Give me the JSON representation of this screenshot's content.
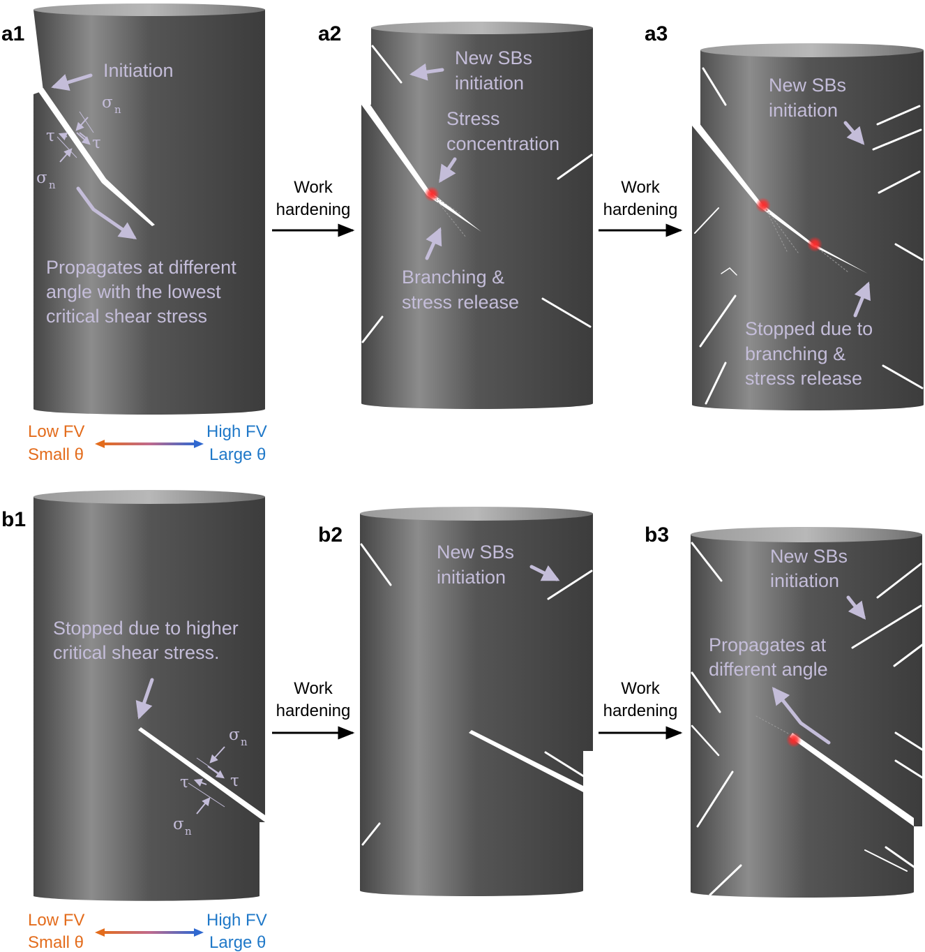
{
  "colors": {
    "annotation": "#c4bdd9",
    "cylinder_dark": "#414141",
    "cylinder_light": "#8a8a8a",
    "low_fv": "#e36c1c",
    "high_fv": "#1f78c8",
    "stress_point": "#ff2a2a"
  },
  "panel_labels": {
    "a1": "a1",
    "a2": "a2",
    "a3": "a3",
    "b1": "b1",
    "b2": "b2",
    "b3": "b3"
  },
  "transitions": {
    "work_line1": "Work",
    "work_line2": "hardening"
  },
  "legend": {
    "low_fv": "Low FV",
    "small_theta": "Small θ",
    "high_fv": "High FV",
    "large_theta": "Large θ"
  },
  "stress": {
    "sigma": "σ",
    "sub_n": "n",
    "tau": "τ"
  },
  "a1": {
    "initiation": "Initiation",
    "propagates_1": "Propagates at different",
    "propagates_2": "angle with the lowest",
    "propagates_3": "critical shear stress"
  },
  "a2": {
    "new_sbs_1": "New SBs",
    "new_sbs_2": "initiation",
    "stress_1": "Stress",
    "stress_2": "concentration",
    "branching_1": "Branching &",
    "branching_2": "stress release"
  },
  "a3": {
    "new_sbs_1": "New SBs",
    "new_sbs_2": "initiation",
    "stopped_1": "Stopped due to",
    "stopped_2": "branching &",
    "stopped_3": "stress release"
  },
  "b1": {
    "stopped_1": "Stopped due to higher",
    "stopped_2": "critical shear stress."
  },
  "b2": {
    "new_sbs_1": "New SBs",
    "new_sbs_2": "initiation"
  },
  "b3": {
    "new_sbs_1": "New SBs",
    "new_sbs_2": "initiation",
    "propagates_1": "Propagates at",
    "propagates_2": "different angle"
  }
}
